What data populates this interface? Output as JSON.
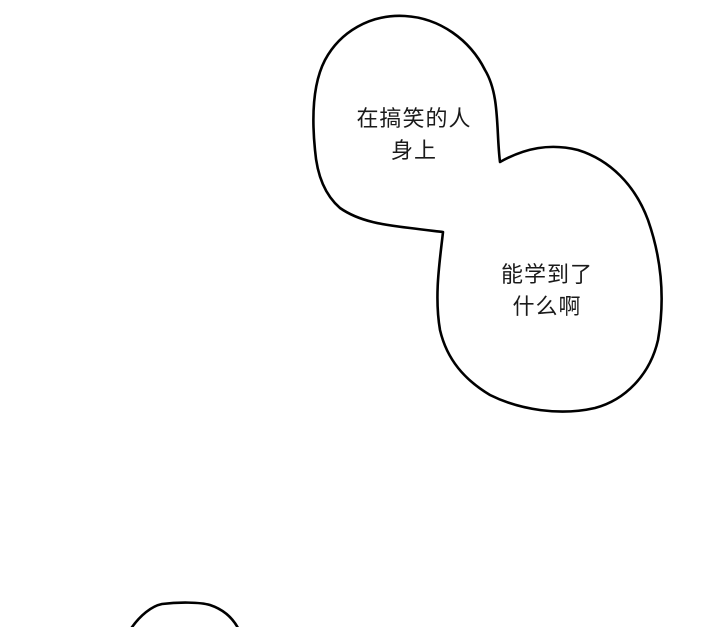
{
  "panel": {
    "background": "#ffffff",
    "outline_color": "#000000"
  },
  "bubbles": [
    {
      "id": "bubble-1",
      "lines": [
        "在搞笑的人",
        "身上"
      ]
    },
    {
      "id": "bubble-2",
      "lines": [
        "能学到了",
        "什么啊"
      ]
    },
    {
      "id": "bubble-3-partial",
      "lines": []
    }
  ]
}
